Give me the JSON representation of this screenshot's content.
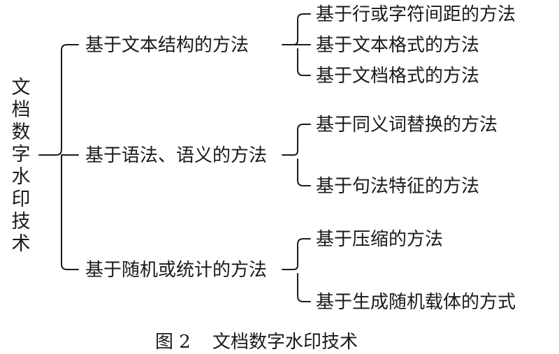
{
  "root": {
    "label": "文档数字水印技术"
  },
  "groups": [
    {
      "label": "基于文本结构的方法",
      "children": [
        "基于行或字符间距的方法",
        "基于文本格式的方法",
        "基于文档格式的方法"
      ]
    },
    {
      "label": "基于语法、语义的方法",
      "children": [
        "基于同义词替换的方法",
        "基于句法特征的方法"
      ]
    },
    {
      "label": "基于随机或统计的方法",
      "children": [
        "基于压缩的方法",
        "基于生成随机载体的方式"
      ]
    }
  ],
  "caption": {
    "figure": "图 2",
    "title": "文档数字水印技术"
  }
}
